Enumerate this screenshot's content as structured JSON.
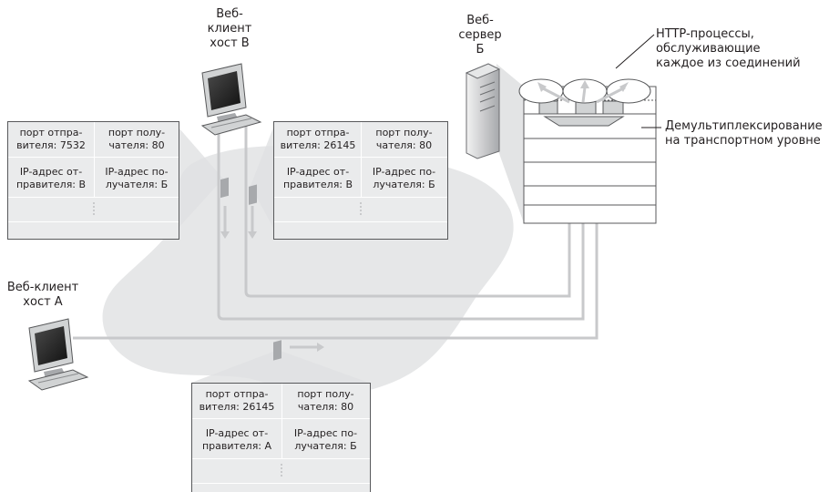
{
  "hosts": {
    "client_b": [
      "Веб-",
      "клиент",
      "хост В"
    ],
    "server_b": [
      "Веб-",
      "сервер",
      "Б"
    ],
    "client_a": [
      "Веб-клиент",
      "хост А"
    ]
  },
  "annotations": {
    "http_processes": [
      "HTTP-процессы,",
      "обслуживающие",
      "каждое из соединений"
    ],
    "demux": [
      "Демультиплексирование",
      "на транспортном уровне"
    ]
  },
  "segments": {
    "left": {
      "src_port": [
        "порт отпра-",
        "вителя: 7532"
      ],
      "dst_port": [
        "порт полу-",
        "чателя: 80"
      ],
      "src_ip": [
        "IP-адрес от-",
        "правителя: В"
      ],
      "dst_ip": [
        "IP-адрес по-",
        "лучателя: Б"
      ]
    },
    "middle": {
      "src_port": [
        "порт отпра-",
        "вителя: 26145"
      ],
      "dst_port": [
        "порт полу-",
        "чателя: 80"
      ],
      "src_ip": [
        "IP-адрес от-",
        "правителя: В"
      ],
      "dst_ip": [
        "IP-адрес по-",
        "лучателя: Б"
      ]
    },
    "bottom": {
      "src_port": [
        "порт отпра-",
        "вителя: 26145"
      ],
      "dst_port": [
        "порт полу-",
        "чателя: 80"
      ],
      "src_ip": [
        "IP-адрес от-",
        "правителя: А"
      ],
      "dst_ip": [
        "IP-адрес по-",
        "лучателя: Б"
      ]
    }
  },
  "colors": {
    "cloud": "#e6e7e8",
    "connection_line": "#c8c9cb",
    "segment_fill": "#eaebec",
    "outline": "#58595b",
    "monitor_screen": "#2b2b2b"
  },
  "icons": [
    "desktop-computer-icon",
    "server-tower-icon",
    "packet-icon"
  ]
}
